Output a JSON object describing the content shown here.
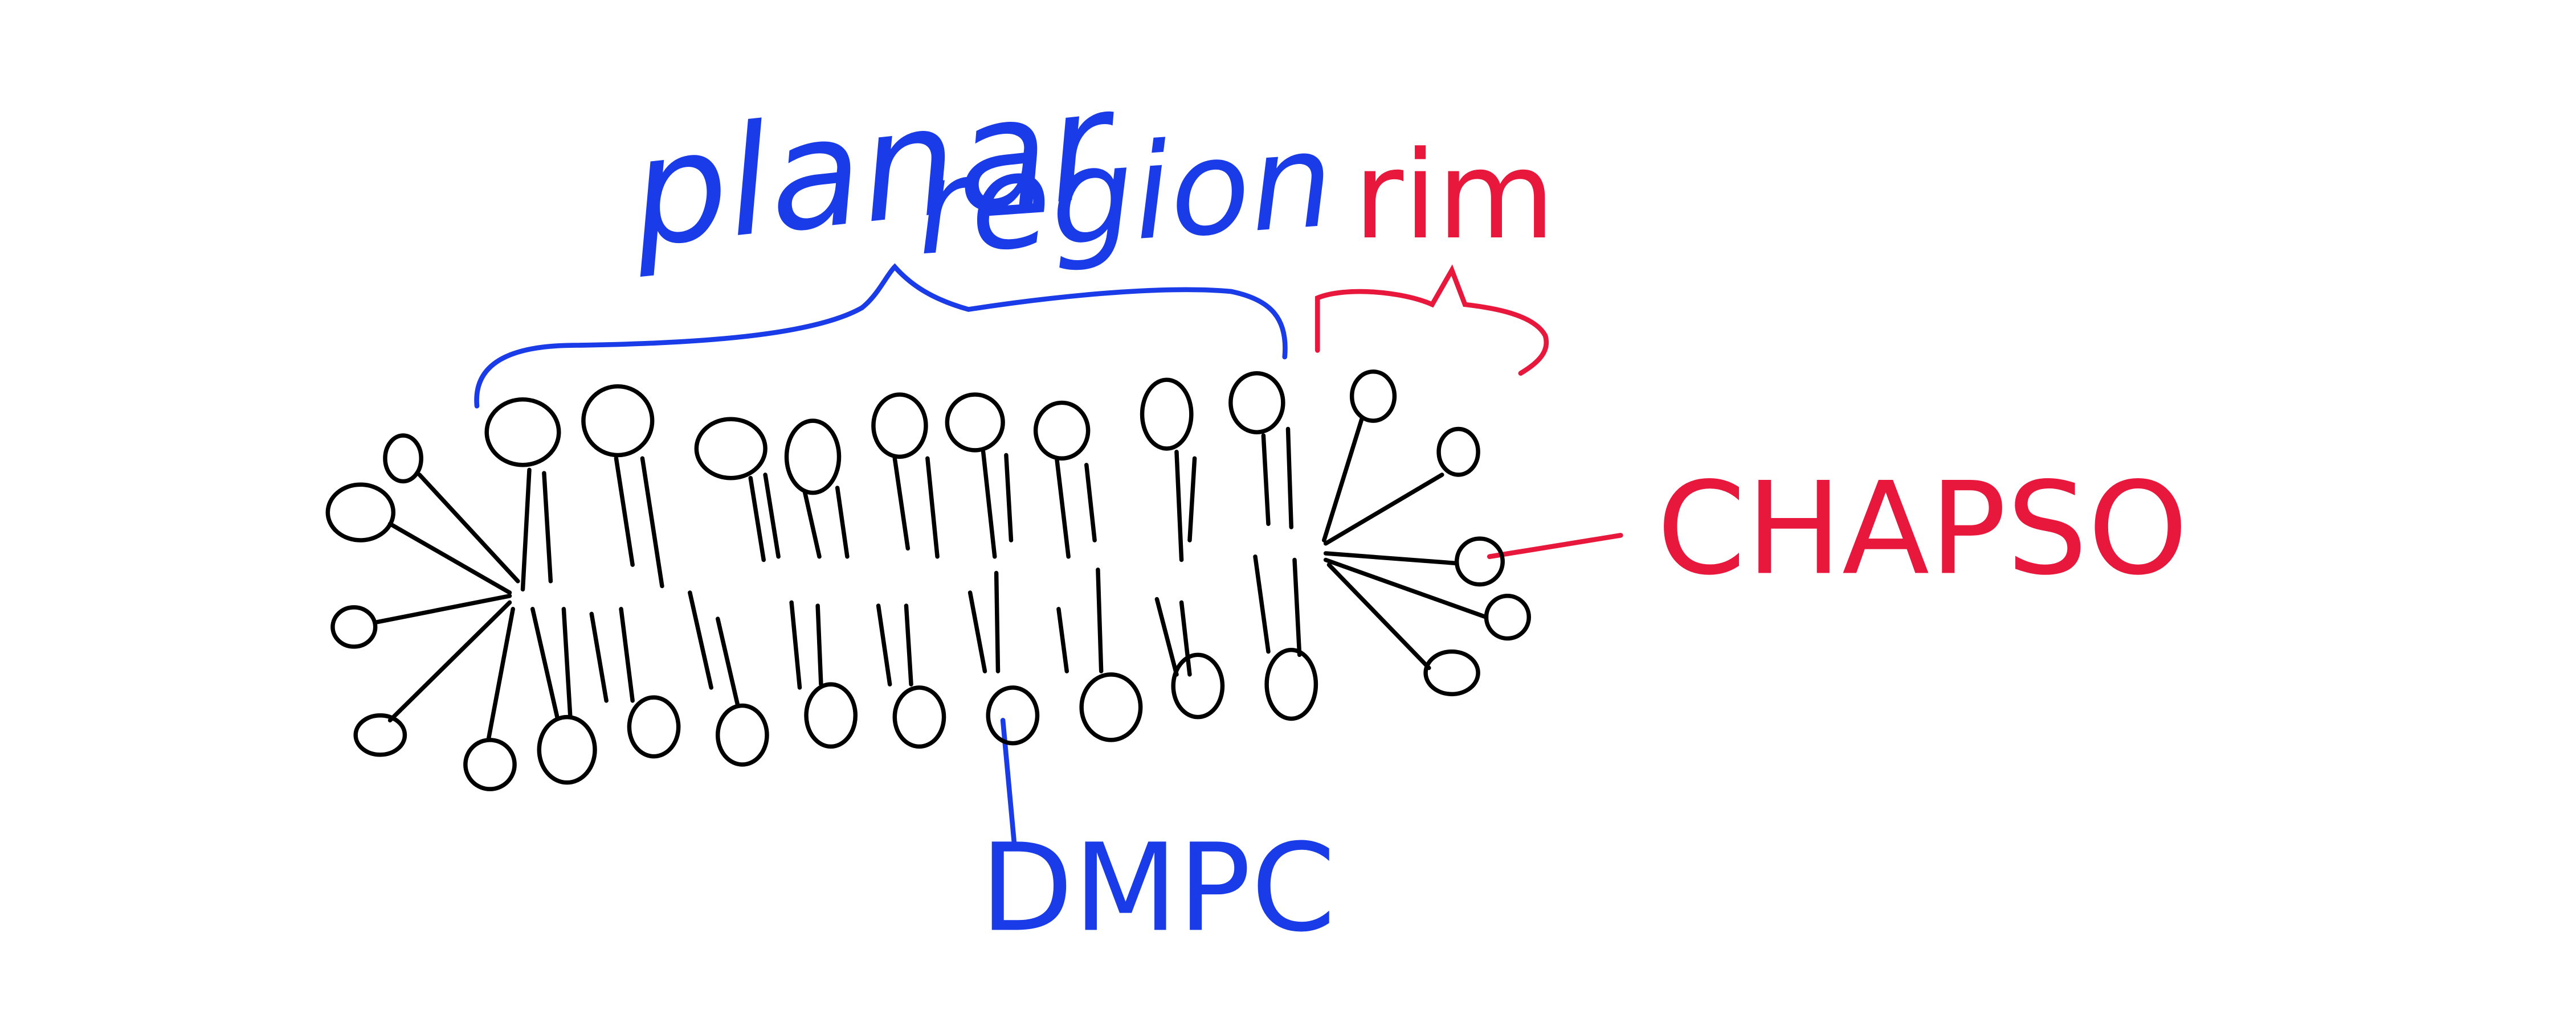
{
  "labels": {
    "planar": "planar",
    "region": "region",
    "rim": "rim",
    "chapso": "CHAPSO",
    "dmpc": "DMPC"
  },
  "colors": {
    "background": "#ffffff",
    "lipid_ink": "#000000",
    "planar_region_blue": "#1a3be8",
    "rim_red": "#e8173c"
  }
}
